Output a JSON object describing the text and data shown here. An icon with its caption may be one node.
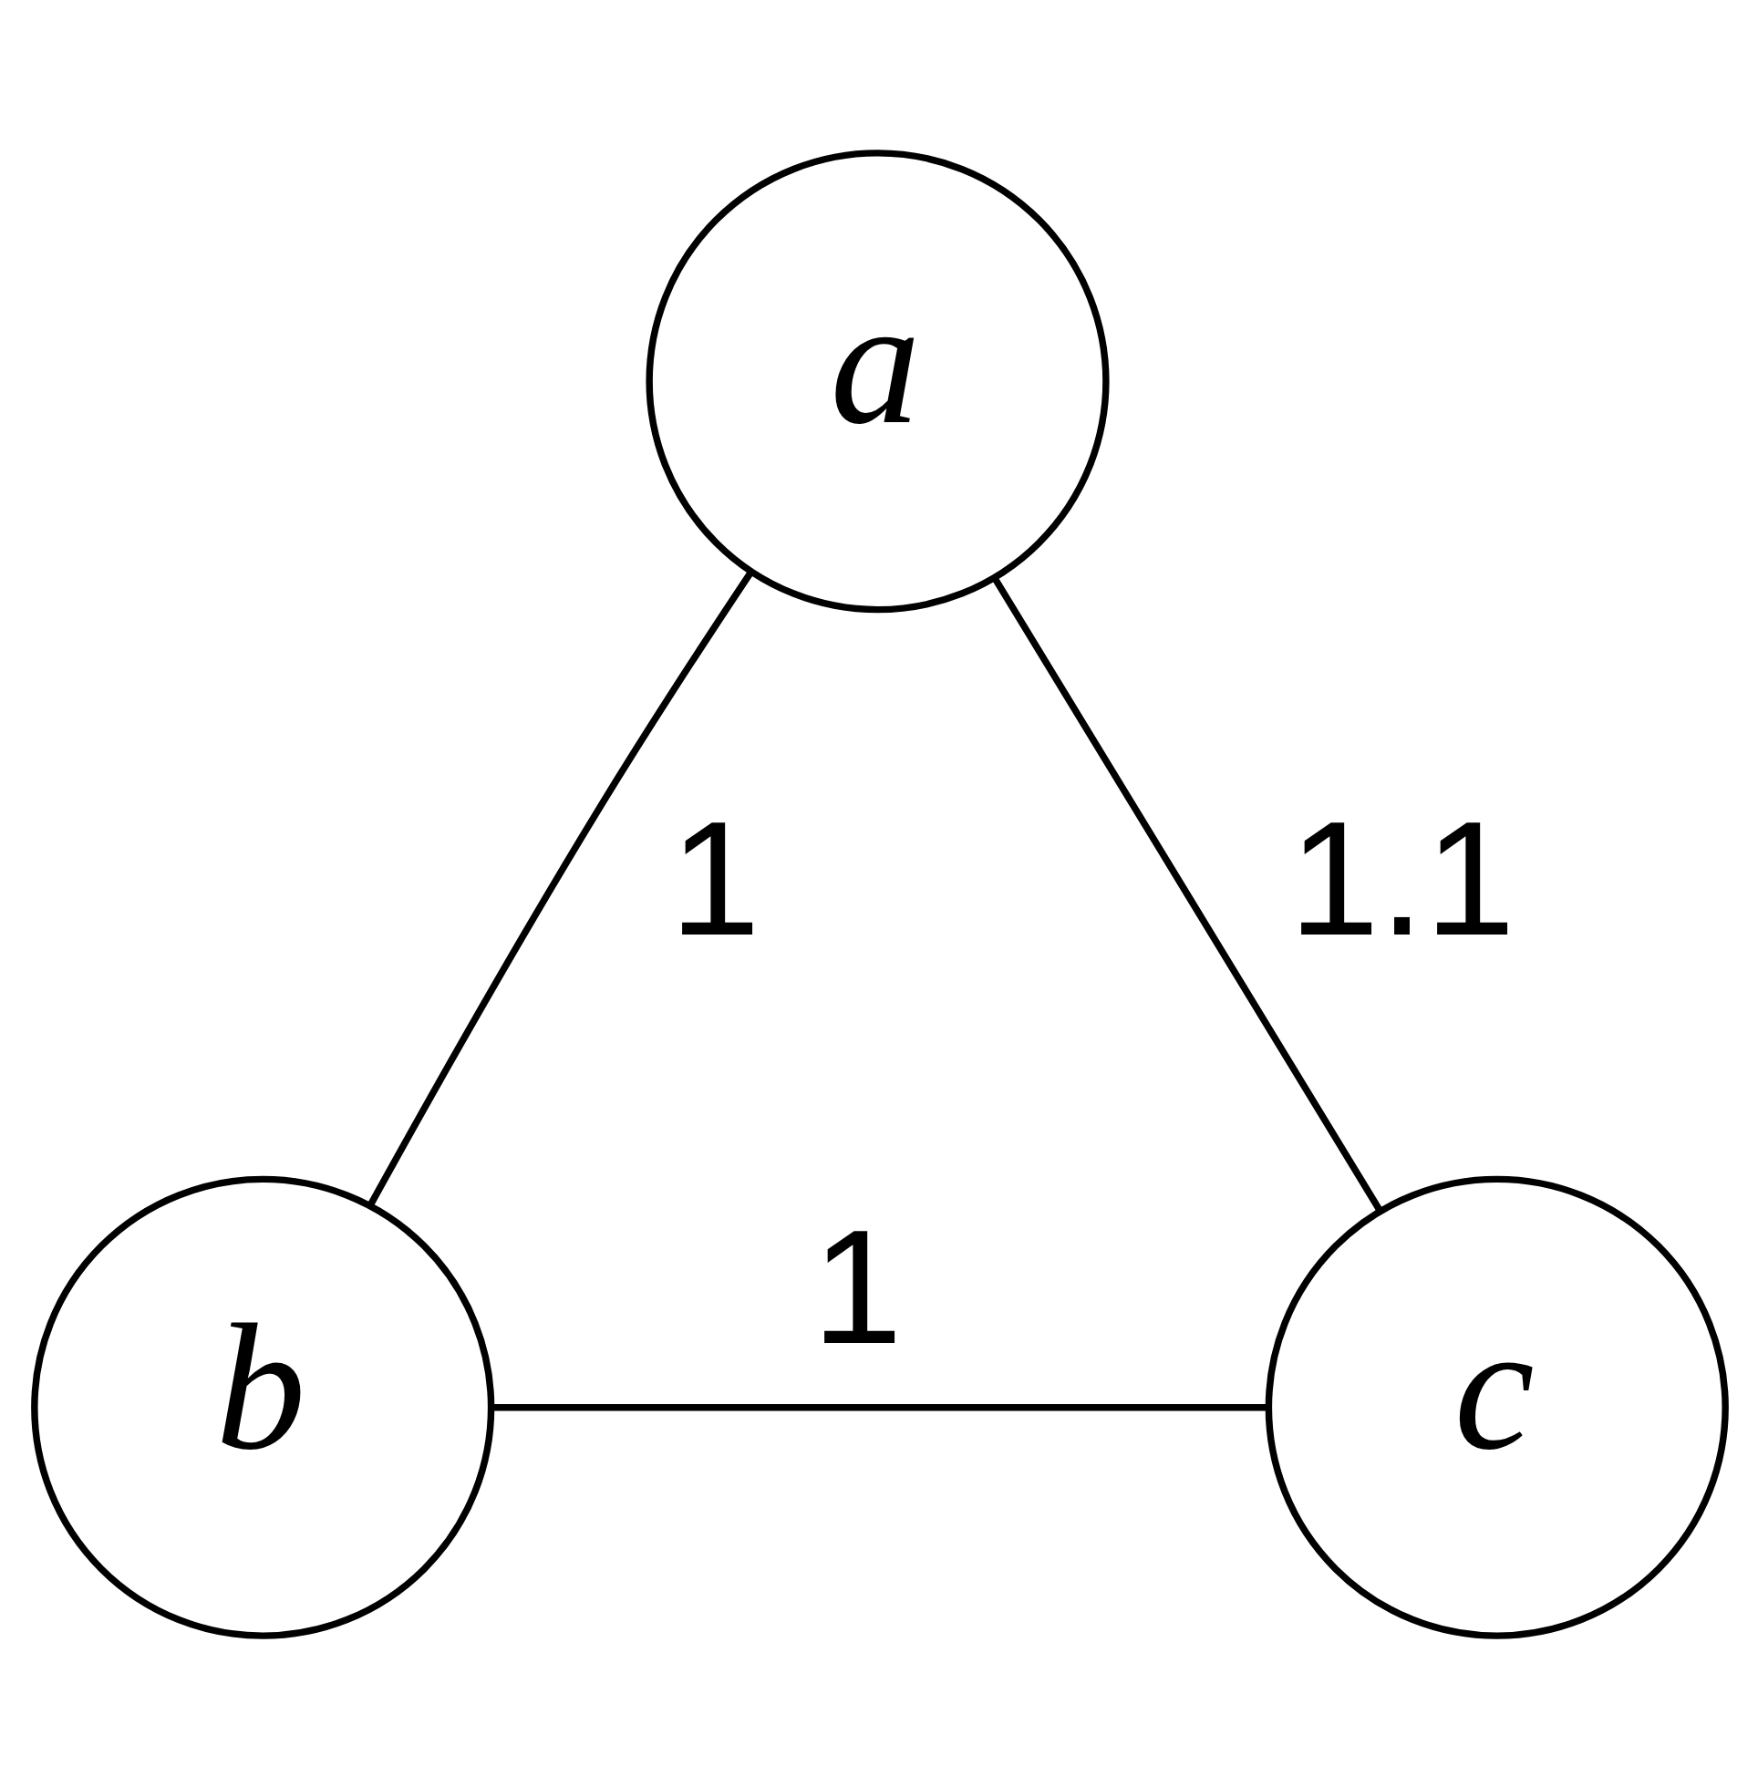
{
  "diagram": {
    "nodes": [
      {
        "text": [
          "a"
        ]
      },
      {
        "text": [
          "b"
        ]
      },
      {
        "text": [
          "c"
        ]
      }
    ],
    "edges": [
      {
        "from": 0,
        "to": 1,
        "arrow": "none",
        "label": "1"
      },
      {
        "from": 0,
        "to": 2,
        "arrow": "none",
        "label": "1.1"
      },
      {
        "from": 1,
        "to": 2,
        "arrow": "none",
        "label": "1"
      }
    ]
  }
}
